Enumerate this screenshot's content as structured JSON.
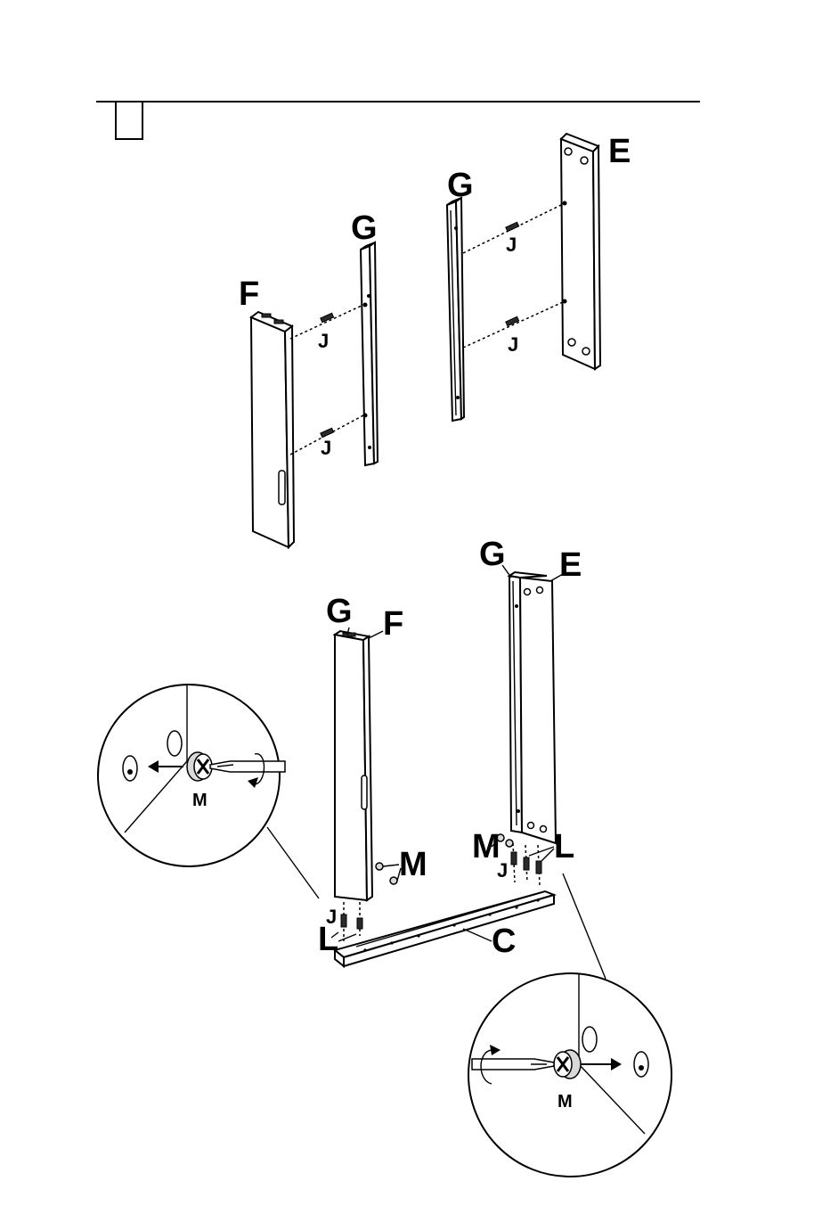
{
  "step": {
    "number": ""
  },
  "labels": {
    "top_F": "F",
    "top_G_left": "G",
    "top_G_right": "G",
    "top_E": "E",
    "top_J1": "J",
    "top_J2": "J",
    "top_J3": "J",
    "top_J4": "J",
    "bot_G_left": "G",
    "bot_F": "F",
    "bot_G_right": "G",
    "bot_E": "E",
    "bot_M_left": "M",
    "bot_J_left": "J",
    "bot_L_left": "L",
    "bot_C": "C",
    "bot_M_right": "M",
    "bot_J_right": "J",
    "bot_L_right": "L",
    "detail_left_M": "M",
    "detail_right_M": "M"
  },
  "colors": {
    "ink": "#000000",
    "paper": "#ffffff"
  }
}
